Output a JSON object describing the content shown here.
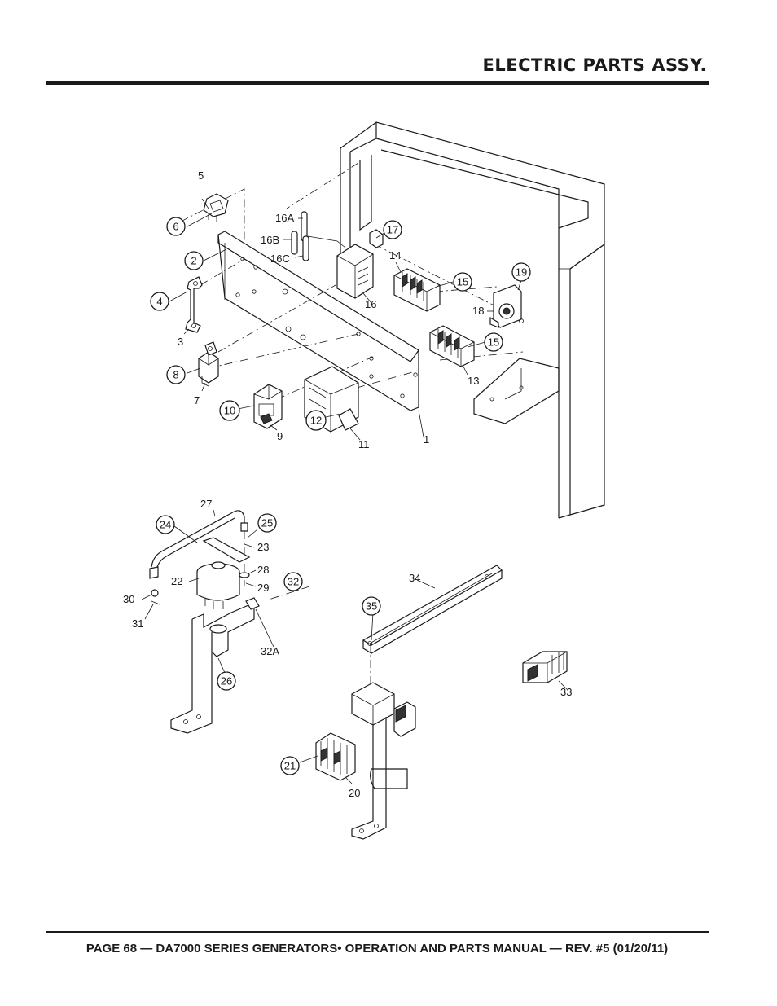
{
  "header": {
    "title": "ELECTRIC PARTS ASSY."
  },
  "footer": {
    "text": "PAGE 68 — DA7000 SERIES GENERATORS• OPERATION AND PARTS MANUAL — REV. #5 (01/20/11)"
  },
  "callouts": {
    "c1": "1",
    "c2": "2",
    "c3": "3",
    "c4": "4",
    "c5": "5",
    "c6": "6",
    "c7": "7",
    "c8": "8",
    "c9": "9",
    "c10": "10",
    "c11": "11",
    "c12": "12",
    "c13": "13",
    "c14": "14",
    "c15a": "15",
    "c15b": "15",
    "c16": "16",
    "c16a": "16A",
    "c16b": "16B",
    "c16c": "16C",
    "c17": "17",
    "c18": "18",
    "c19": "19",
    "c20": "20",
    "c21": "21",
    "c22": "22",
    "c23": "23",
    "c24": "24",
    "c25": "25",
    "c26": "26",
    "c27": "27",
    "c28": "28",
    "c29": "29",
    "c30": "30",
    "c31": "31",
    "c32": "32",
    "c32a": "32A",
    "c33": "33",
    "c34": "34",
    "c35": "35"
  }
}
